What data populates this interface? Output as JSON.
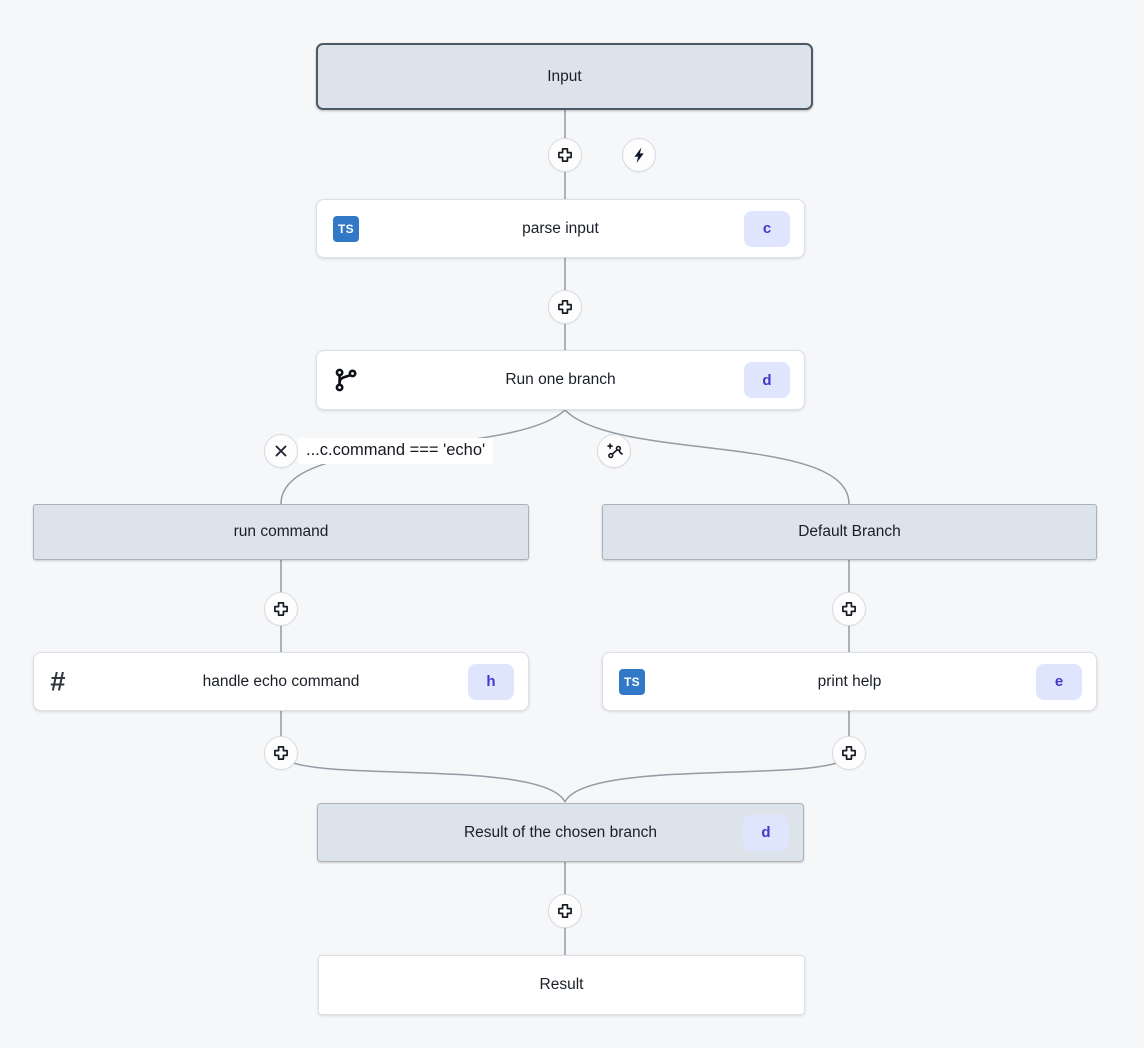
{
  "flow": {
    "nodes": {
      "input": {
        "label": "Input"
      },
      "parse_input": {
        "label": "parse input",
        "badge": "c",
        "lang_icon": "TS"
      },
      "run_one_branch": {
        "label": "Run one branch",
        "badge": "d"
      },
      "condition": {
        "label": "...c.command === 'echo'"
      },
      "run_command": {
        "label": "run command"
      },
      "handle_echo_command": {
        "label": "handle echo command",
        "badge": "h",
        "lang_icon": "#"
      },
      "default_branch": {
        "label": "Default Branch"
      },
      "print_help": {
        "label": "print help",
        "badge": "e",
        "lang_icon": "TS"
      },
      "branch_result": {
        "label": "Result of the chosen branch",
        "badge": "d"
      },
      "result": {
        "label": "Result"
      }
    },
    "icons": {
      "add_step": "plus-icon",
      "trigger": "lightning-icon",
      "remove_branch": "x-icon",
      "add_branch": "branch-plus-icon",
      "branch_type": "git-branch-icon"
    },
    "colors": {
      "canvas_bg": "#f6f7f9",
      "node_fill": "#dce3ea",
      "node_selected_border": "#4d5965",
      "badge_bg": "#dfe5fc",
      "badge_text": "#4338ca",
      "ts_blue": "#3178c6",
      "edge": "#949ba3"
    }
  }
}
